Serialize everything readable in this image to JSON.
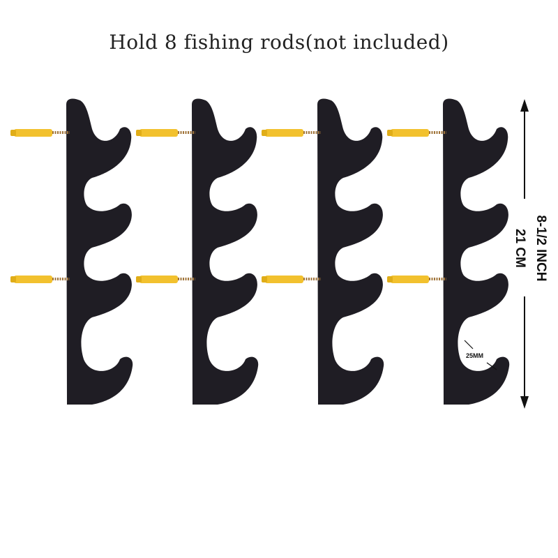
{
  "caption": "Hold 8 fishing rods(not included)",
  "dimension": {
    "inch": "8-1/2 INCH",
    "cm": "21 CM",
    "hole": "25MM"
  },
  "colors": {
    "rack": "#1f1d24",
    "anchor": "#f2c12e",
    "screw": "#a0743a"
  },
  "racks_count": 4,
  "anchors_per_rack": 2
}
